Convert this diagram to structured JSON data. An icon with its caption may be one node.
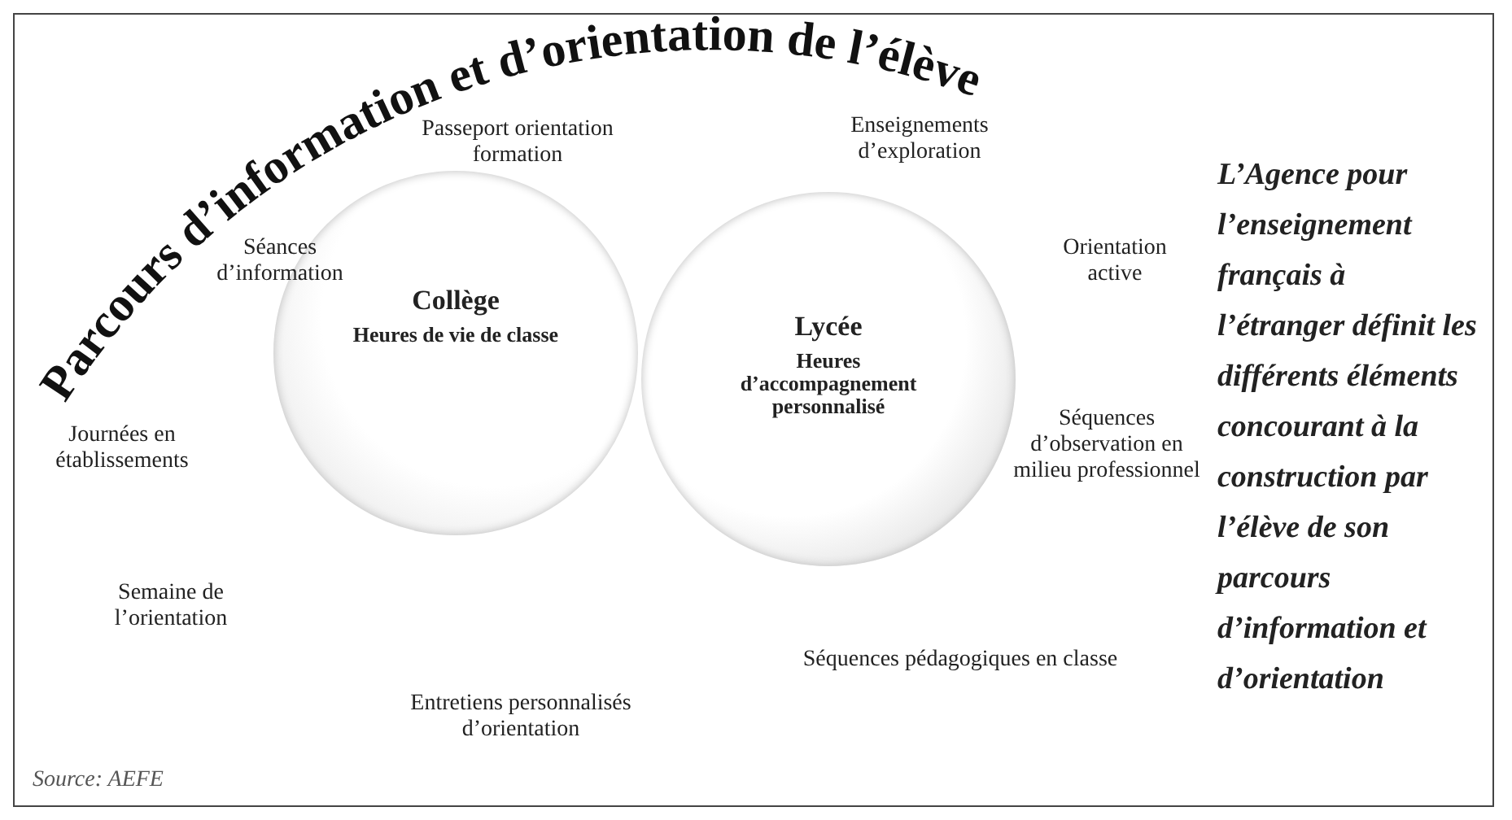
{
  "diagram": {
    "title": "Parcours d’information et d’orientation de l’élève",
    "caption": "Source: AEFE",
    "nodes": [
      {
        "text": [
          "Collège",
          "Heures de vie de classe"
        ]
      },
      {
        "text": [
          "Lycée",
          "Heures d’accompagnement personnalisé"
        ]
      }
    ],
    "labels": [
      "Passeport orientation formation",
      "Enseignements d’exploration",
      "Séances d’information",
      "Orientation active",
      "Journées en établissements",
      "Séquences d’observation en milieu professionnel",
      "Semaine de l’orientation",
      "Séquences pédagogiques en classe",
      "Entretiens personnalisés d’orientation",
      "L’Agence pour l’enseignement français à l’étranger définit les différents éléments concourant à la construction par l’élève de son parcours d’information et d’orientation"
    ]
  }
}
